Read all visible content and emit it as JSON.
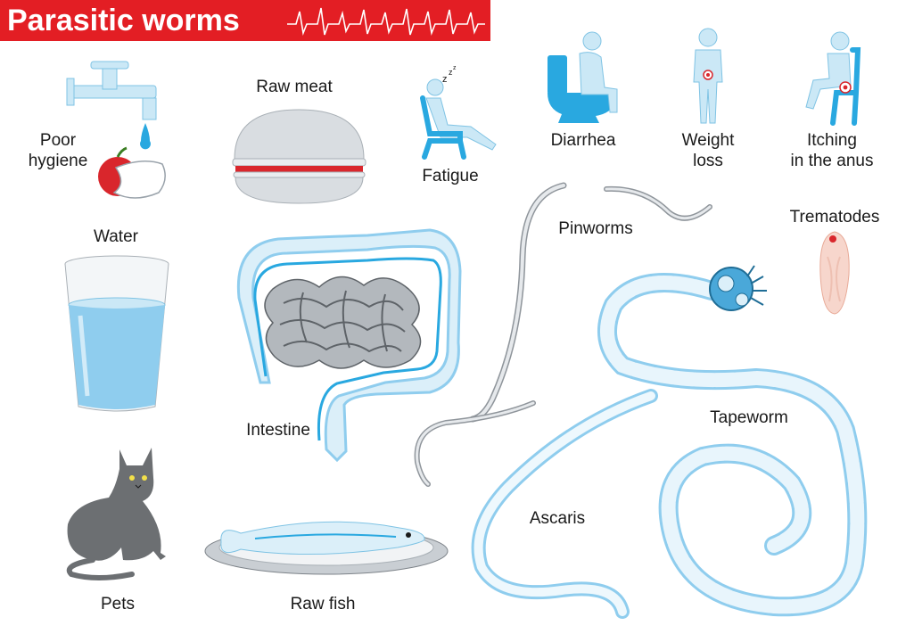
{
  "title": "Parasitic worms",
  "labels": {
    "poor_hygiene_1": "Poor",
    "poor_hygiene_2": "hygiene",
    "raw_meat": "Raw meat",
    "fatigue": "Fatigue",
    "diarrhea": "Diarrhea",
    "weight_loss_1": "Weight",
    "weight_loss_2": "loss",
    "itching_1": "Itching",
    "itching_2": "in the anus",
    "water": "Water",
    "pinworms": "Pinworms",
    "trematodes": "Trematodes",
    "intestine": "Intestine",
    "tapeworm": "Tapeworm",
    "ascaris": "Ascaris",
    "pets": "Pets",
    "raw_fish": "Raw fish"
  },
  "colors": {
    "title_bg": "#e31e24",
    "accent_blue": "#29a8e0",
    "light_blue": "#cbe8f6",
    "worm_grey": "#c8ccd0"
  }
}
